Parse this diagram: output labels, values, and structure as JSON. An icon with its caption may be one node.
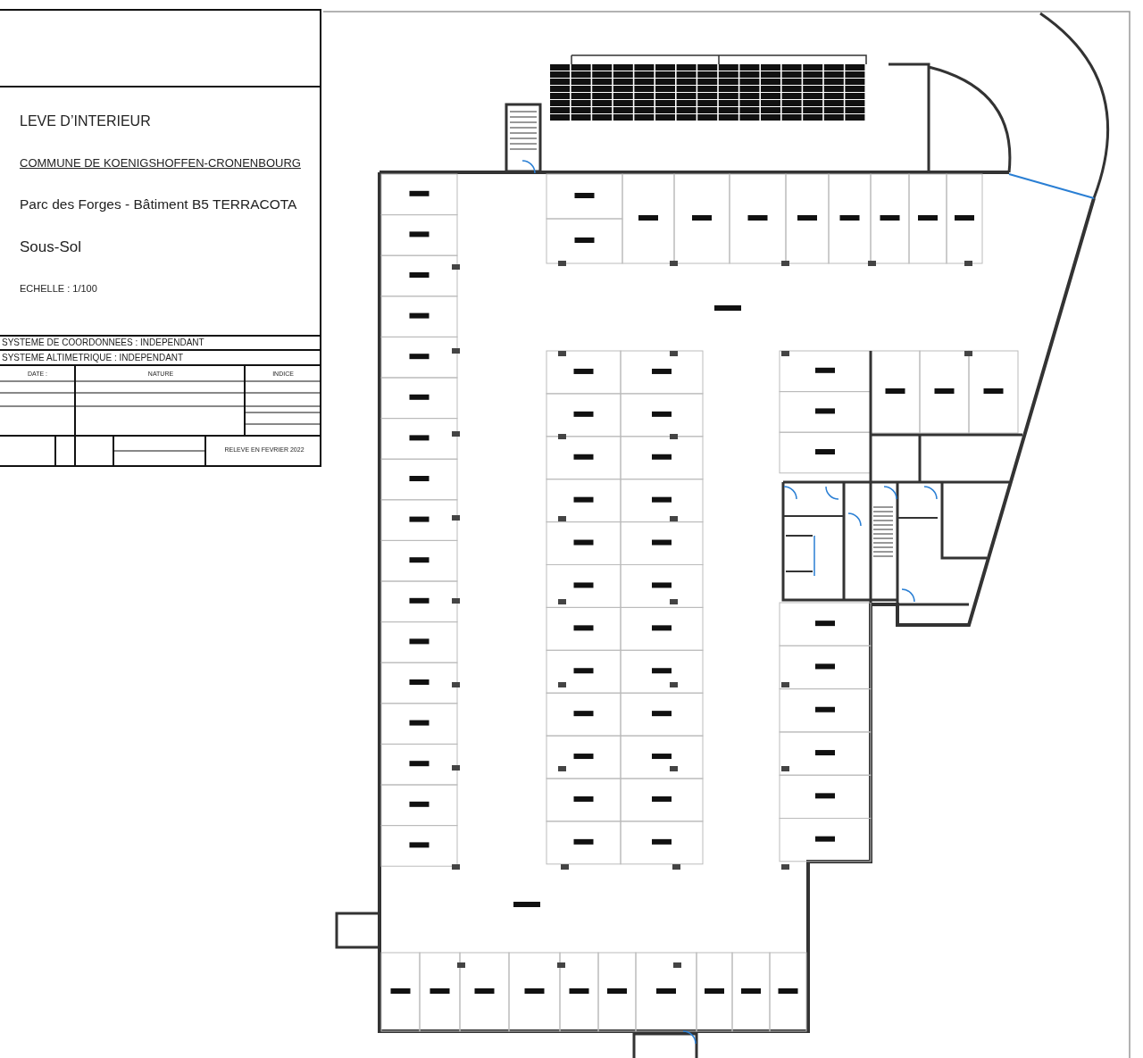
{
  "diagram": {
    "labels": [
      "LEVE D’INTERIEUR",
      "COMMUNE DE KOENIGSHOFFEN-CRONENBOURG",
      "Parc des Forges - Bâtiment B5 TERRACOTA",
      "Sous-Sol",
      "ECHELLE : 1/100",
      "SYSTEME DE COORDONNEES : INDEPENDANT",
      "SYSTEME ALTIMETRIQUE : INDEPENDANT",
      "DATE :",
      "NATURE",
      "INDICE",
      "RELEVE EN FEVRIER 2022"
    ]
  }
}
